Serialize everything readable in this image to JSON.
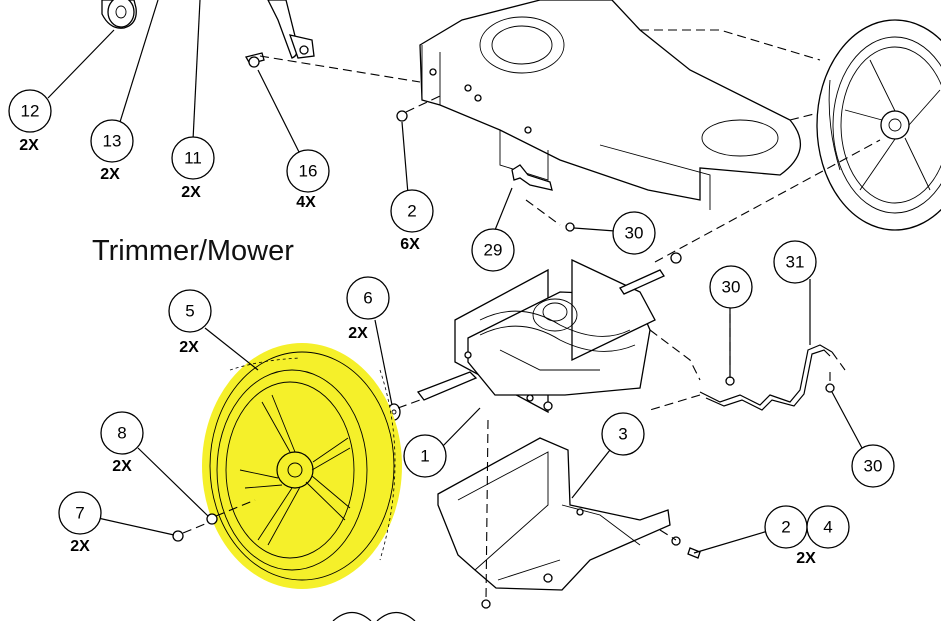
{
  "title": "Trimmer/Mower",
  "callouts": [
    {
      "id": "12",
      "qty": "2X"
    },
    {
      "id": "13",
      "qty": "2X"
    },
    {
      "id": "11",
      "qty": "2X"
    },
    {
      "id": "16",
      "qty": "4X"
    },
    {
      "id": "2",
      "qty": "6X"
    },
    {
      "id": "29",
      "qty": ""
    },
    {
      "id": "30",
      "qty": ""
    },
    {
      "id": "5",
      "qty": "2X"
    },
    {
      "id": "6",
      "qty": "2X"
    },
    {
      "id": "30",
      "qty": ""
    },
    {
      "id": "31",
      "qty": ""
    },
    {
      "id": "30",
      "qty": ""
    },
    {
      "id": "1",
      "qty": ""
    },
    {
      "id": "8",
      "qty": "2X"
    },
    {
      "id": "3",
      "qty": ""
    },
    {
      "id": "7",
      "qty": "2X"
    },
    {
      "id": "2",
      "qty": ""
    },
    {
      "id": "4",
      "qty": "2X"
    }
  ],
  "colors": {
    "highlight": "#f5f02a",
    "line": "#000000",
    "background": "#ffffff"
  }
}
